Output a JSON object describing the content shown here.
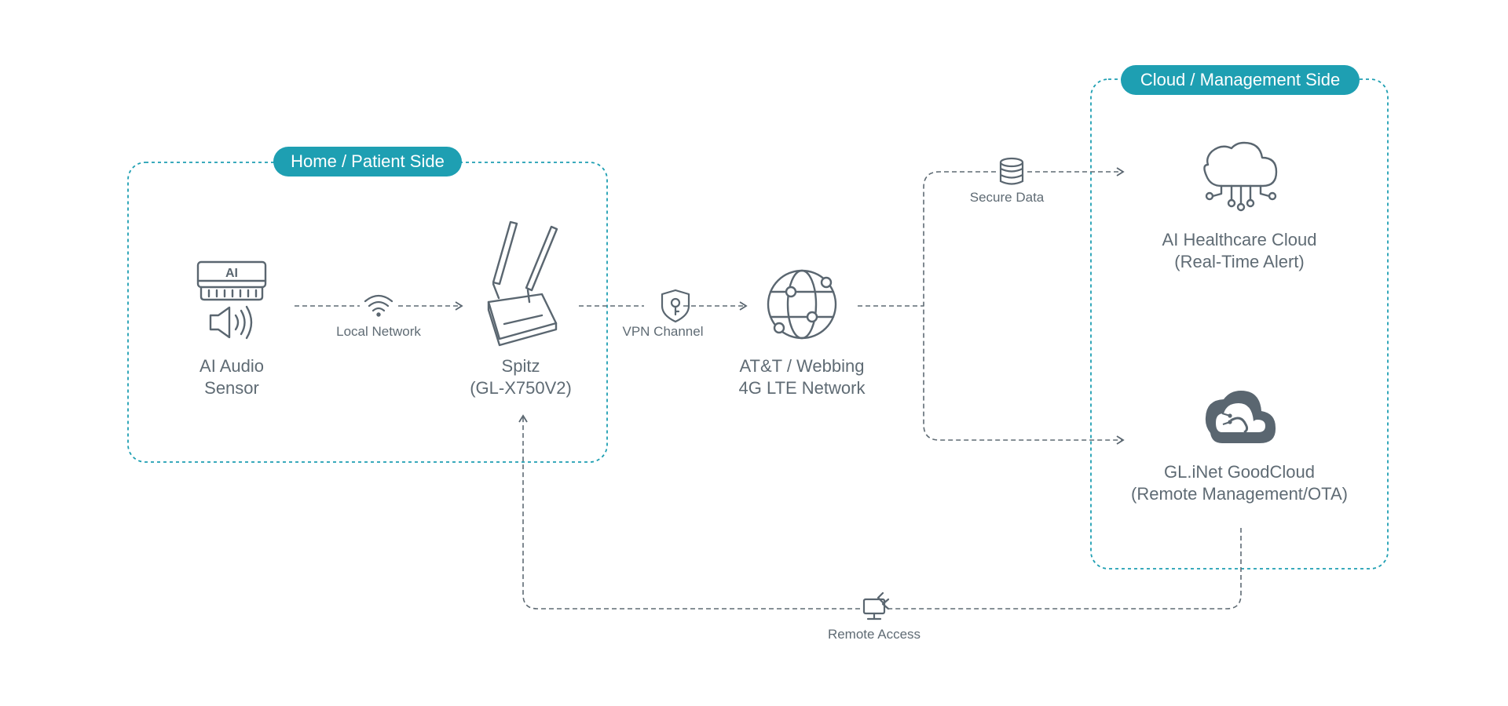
{
  "groups": {
    "home": {
      "title": "Home / Patient Side"
    },
    "cloud": {
      "title": "Cloud / Management Side"
    }
  },
  "nodes": {
    "sensor": {
      "line1": "AI Audio",
      "line2": "Sensor",
      "icon": "ai-audio-sensor-icon",
      "icon_text": "AI"
    },
    "router": {
      "line1": "Spitz",
      "line2": "(GL-X750V2)",
      "icon": "router-icon"
    },
    "network": {
      "line1": "AT&T / Webbing",
      "line2": "4G LTE Network",
      "icon": "globe-icon"
    },
    "ai_cloud": {
      "line1": "AI Healthcare Cloud",
      "line2": "(Real-Time Alert)",
      "icon": "cloud-circuit-icon"
    },
    "goodcloud": {
      "line1": "GL.iNet GoodCloud",
      "line2": "(Remote Management/OTA)",
      "icon": "goodcloud-logo-icon"
    }
  },
  "edges": {
    "local": {
      "label": "Local Network",
      "icon": "wifi-icon"
    },
    "vpn": {
      "label": "VPN Channel",
      "icon": "shield-key-icon"
    },
    "secure": {
      "label": "Secure Data",
      "icon": "database-icon"
    },
    "remote": {
      "label": "Remote Access",
      "icon": "remote-desktop-icon"
    }
  },
  "colors": {
    "accent": "#1e9fb2",
    "stroke": "#5a6670",
    "dash": "#5f6b74"
  }
}
